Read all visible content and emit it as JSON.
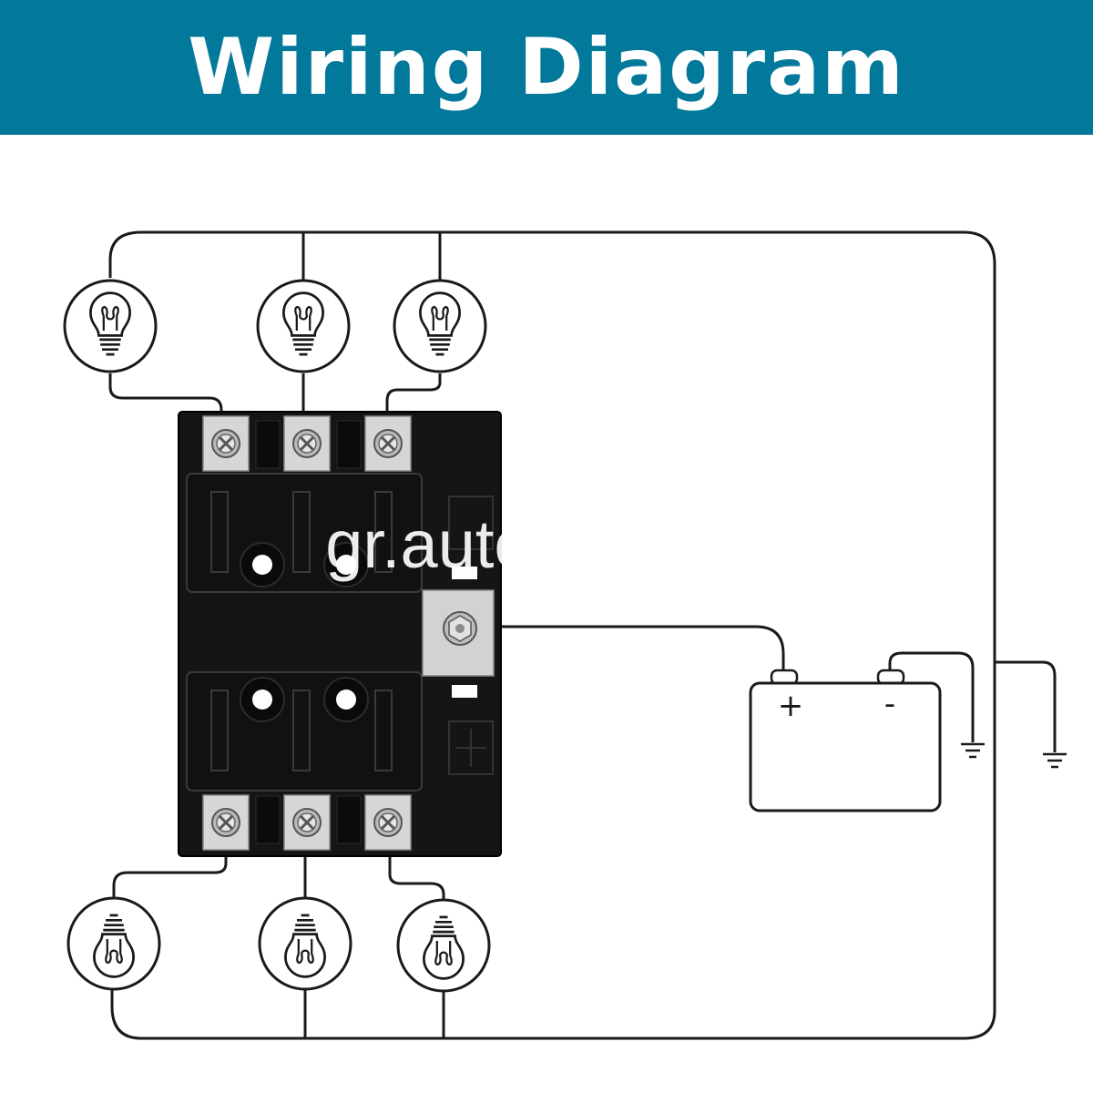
{
  "header": {
    "title": "Wiring Diagram",
    "background_color": "#02799a",
    "text_color": "#ffffff"
  },
  "battery": {
    "positive_label": "+",
    "negative_label": "-"
  },
  "watermark": {
    "text": "gr.autoido.com"
  },
  "colors": {
    "wire": "#1a1a1a",
    "fuse_block": "#141414",
    "terminal_metal": "#d9d9d9"
  },
  "components": {
    "top_bulbs": 3,
    "bottom_bulbs": 3,
    "fuse_block_circuits": 6,
    "ground_symbols": 2
  }
}
